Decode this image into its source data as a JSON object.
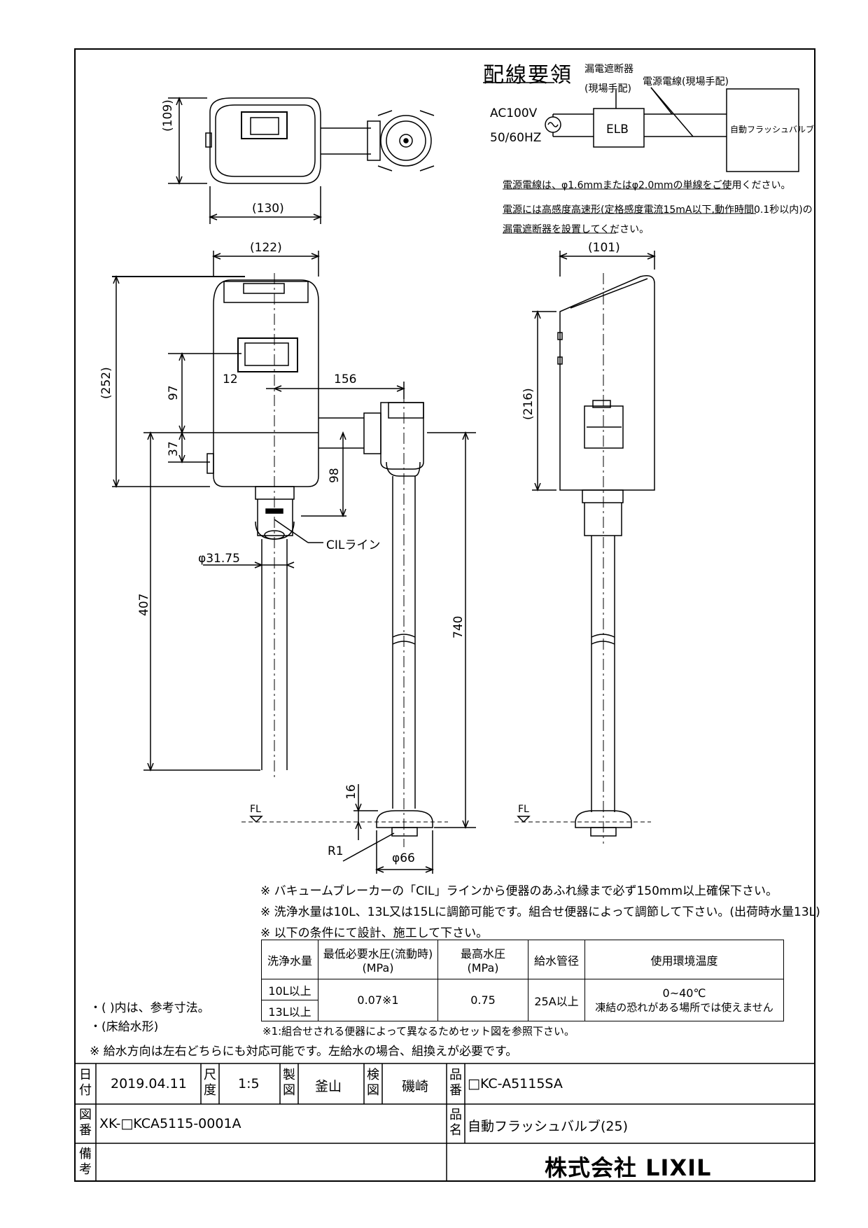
{
  "wiring": {
    "title": "配線要領",
    "breaker_label": "漏電遮断器",
    "breaker_sub": "(現場手配)",
    "cable_label": "電源電線(現場手配)",
    "power_v": "AC100V",
    "power_hz": "50/60HZ",
    "elb": "ELB",
    "valve_box": "自動フラッシュバルブ",
    "note1": "電源電線は、φ1.6mmまたはφ2.0mmの単線をご使用ください。",
    "note2": "電源には高感度高速形(定格感度電流15mA以下,動作時間0.1秒以内)の",
    "note3": "漏電遮断器を設置してください。"
  },
  "dims": {
    "top_depth": "(109)",
    "top_width": "(130)",
    "front_width": "(122)",
    "side_width": "(101)",
    "front_height": "(252)",
    "side_height": "(216)",
    "d97": "97",
    "d37": "37",
    "d12": "12",
    "d156": "156",
    "d98": "98",
    "cil": "CILライン",
    "pipe_dia": "φ31.75",
    "d407": "407",
    "d740": "740",
    "fl_left": "FL",
    "fl_right": "FL",
    "d16": "16",
    "r1": "R1",
    "base_dia": "φ66"
  },
  "notes": {
    "n1": "※ バキュームブレーカーの「CIL」ラインから便器のあふれ縁まで必ず150mm以上確保下さい。",
    "n2": "※ 洗浄水量は10L、13L又は15Lに調節可能です。組合せ便器によって調節して下さい。(出荷時水量13L)",
    "n3": "※ 以下の条件にて設計、施工して下さい。",
    "paren": "・(  )内は、参考寸法。",
    "floor": "・(床給水形)",
    "star1": "※1:組合せされる便器によって異なるためセット図を参照下さい。",
    "direction": "※ 給水方向は左右どちらにも対応可能です。左給水の場合、組換えが必要です。"
  },
  "conditions": {
    "headers": [
      "洗浄水量",
      "最低必要水圧(流動時)",
      "(MPa)",
      "最高水圧",
      "(MPa)",
      "給水管径",
      "使用環境温度"
    ],
    "vol1": "10L以上",
    "vol2": "13L以上",
    "min_pressure": "0.07※1",
    "max_pressure": "0.75",
    "pipe": "25A以上",
    "temp": "0~40℃",
    "temp_note": "凍結の恐れがある場所では使えません"
  },
  "titleblock": {
    "date_label": "日付",
    "date": "2019.04.11",
    "scale_label": "尺度",
    "scale": "1:5",
    "drafter_label": "製図",
    "drafter": "釜山",
    "checker_label": "検図",
    "checker": "磯崎",
    "part_no_label": "品番",
    "part_no": "□KC-A5115SA",
    "drawing_no_label": "図番",
    "drawing_no": "XK-□KCA5115-0001A",
    "name_label": "品名",
    "name": "自動フラッシュバルブ(25)",
    "remarks_label": "備考",
    "company": "株式会社 LIXIL"
  }
}
